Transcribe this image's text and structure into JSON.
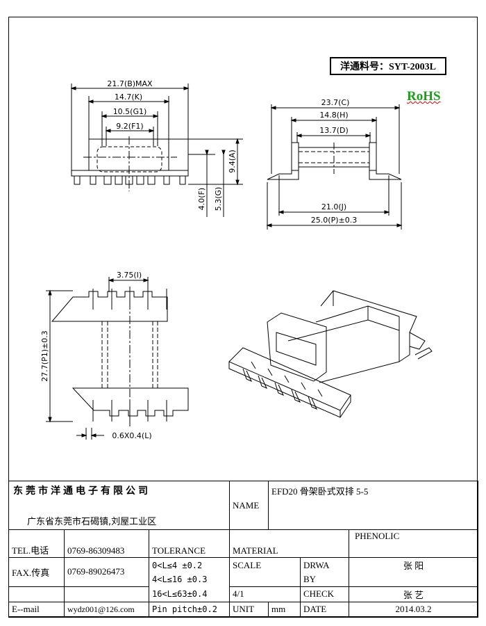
{
  "part_number": "洋通料号：SYT-2003L",
  "rohs": "RoHS",
  "dimensions": {
    "b_max": "21.7(B)MAX",
    "k": "14.7(K)",
    "g1": "10.5(G1)",
    "f1": "9.2(F1)",
    "a": "9.4(A)",
    "f": "4.0(F)",
    "g": "5.3(G)",
    "c": "23.7(C)",
    "h": "14.8(H)",
    "d": "13.7(D)",
    "j": "21.0(J)",
    "p": "25.0(P)±0.3",
    "i": "3.75(I)",
    "p1": "27.7(P1)±0.3",
    "l": "0.6X0.4(L)"
  },
  "title_block": {
    "company": "东莞市洋通电子有限公司",
    "address": "广东省东莞市石碣镇,刘屋工业区",
    "name_label": "NAME",
    "name_value": "EFD20 骨架卧式双排 5-5",
    "tel_label": "TEL.电话",
    "tel_value": "0769-86309483",
    "tolerance_label": "TOLERANCE",
    "material_label": "MATERIAL",
    "material_value": "PHENOLIC",
    "fax_label": "FAX.传真",
    "fax_value": "0769-89026473",
    "tol_1": "0<L≤4   ±0.2",
    "tol_2": "4<L≤16  ±0.3",
    "tol_3": "16<L≤63±0.4",
    "scale_label": "SCALE",
    "scale_value": "4/1",
    "drawn_by_label_1": "DRWA",
    "drawn_by_label_2": "BY",
    "drawn_by_value": "张 阳",
    "check_label": "CHECK",
    "check_value": "张 艺",
    "email_label": "E--mail",
    "email_value": "wydz001@126.com",
    "pin_pitch": "Pin pitch±0.2",
    "unit_label": "UNIT",
    "unit_value": "mm",
    "date_label": "DATE",
    "date_value": "2014.03.2"
  }
}
